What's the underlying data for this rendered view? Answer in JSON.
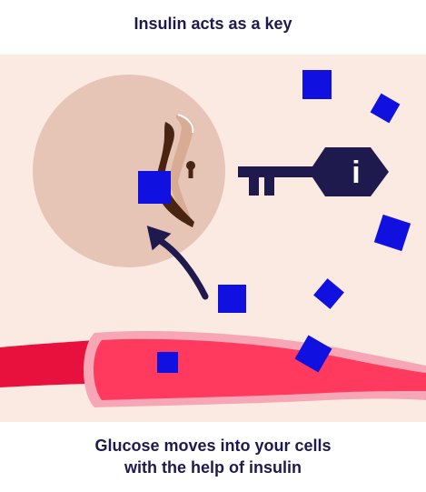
{
  "title": "Insulin acts as a key",
  "caption": {
    "line1": "Glucose moves into your cells",
    "line2": "with the help of insulin"
  },
  "key_label": "i",
  "icons": {
    "cell": "cell-circle-icon",
    "keyhole": "keyhole-icon",
    "key": "insulin-key-icon",
    "arrow": "curved-arrow-icon",
    "glucose": "glucose-square-icon",
    "vessel": "blood-vessel-icon"
  },
  "colors": {
    "background": "#fbeae2",
    "cell": "#e6c5b6",
    "glucose": "#1010e0",
    "navy": "#1f1a4e",
    "vessel_dark": "#e8103c",
    "vessel_light": "#ff3a5e",
    "vessel_border": "#f7a6b6",
    "membrane_dark": "#4a2412",
    "membrane_light": "#d8ab94"
  }
}
